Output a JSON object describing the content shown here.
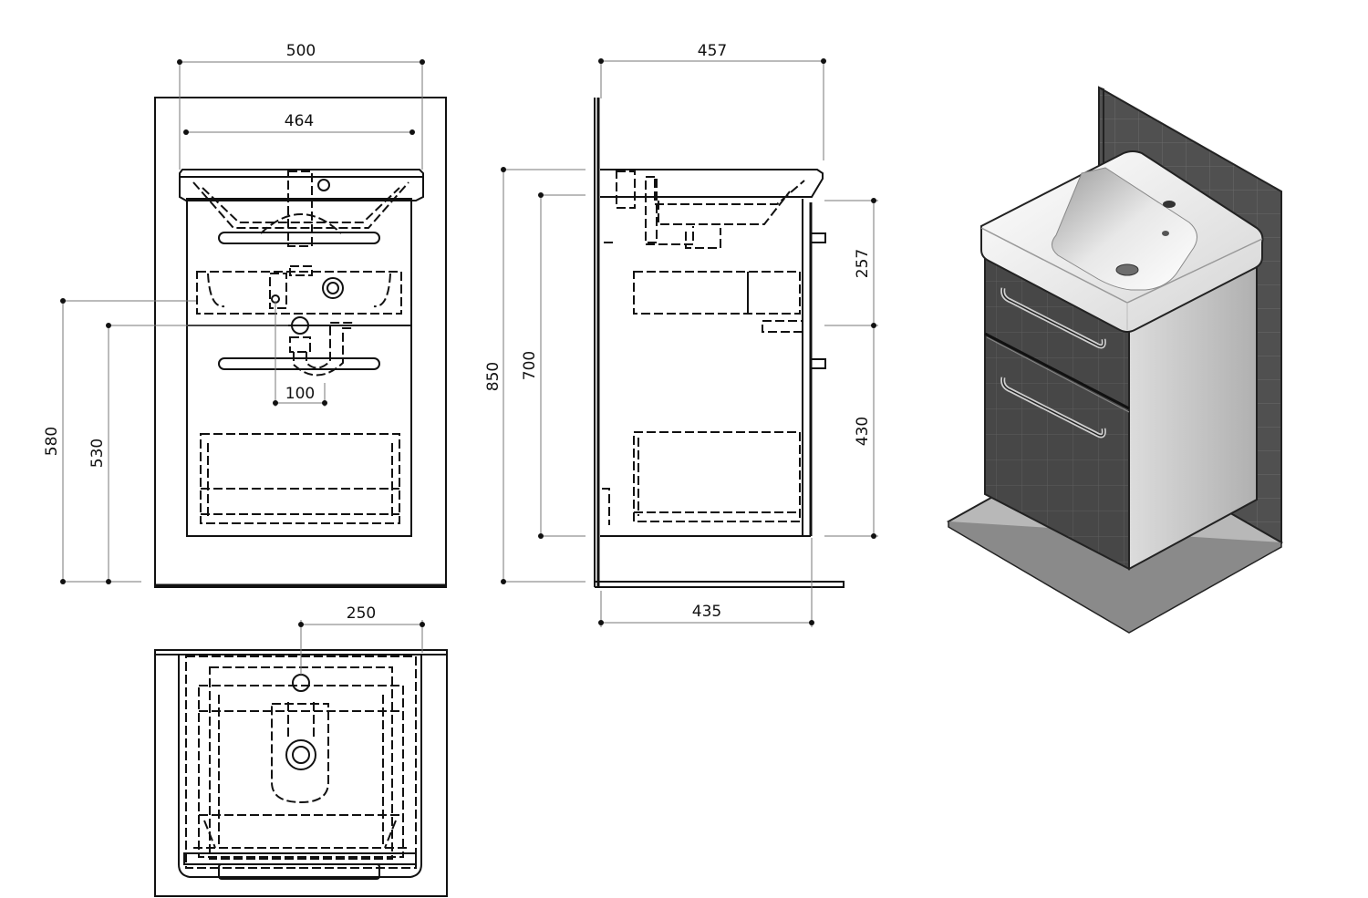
{
  "dimensions": {
    "front_overall_width": "500",
    "front_basin_width": "464",
    "front_height_580": "580",
    "front_height_530": "530",
    "front_siphon_offset": "100",
    "side_depth_top": "457",
    "side_depth_bottom": "435",
    "side_height_850": "850",
    "side_height_700": "700",
    "side_drawer_upper": "257",
    "side_drawer_lower": "430",
    "top_offset": "250"
  },
  "colors": {
    "line": "#111111",
    "cabinet_dark": "#4a4a4a",
    "wall_tile": "#555555",
    "floor": "#b8b8b8",
    "basin": "#f2f2f2"
  }
}
